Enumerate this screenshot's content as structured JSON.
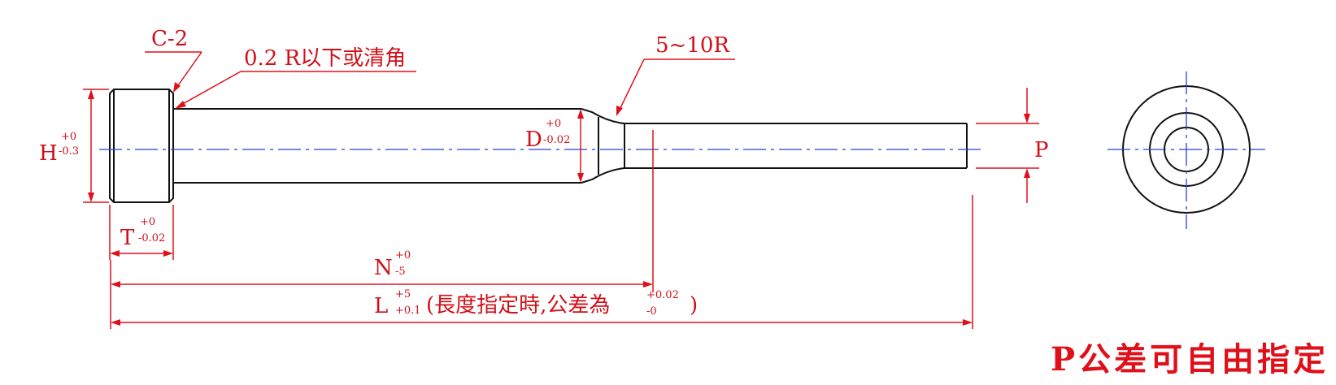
{
  "labels": {
    "chamfer": "C-2",
    "fillet_note": "0.2 R以下或清角",
    "neck_radius": "5~10R",
    "head_dia": "H",
    "head_dia_tol_upper": "+0",
    "head_dia_tol_lower": "-0.3",
    "body_dia": "D",
    "body_dia_tol_upper": "+0",
    "body_dia_tol_lower": "-0.02",
    "head_thk": "T",
    "head_thk_tol_upper": "+0",
    "head_thk_tol_lower": "-0.02",
    "n_len": "N",
    "n_tol_upper": "+0",
    "n_tol_lower": "-5",
    "l_len": "L",
    "l_tol_upper": "+5",
    "l_tol_lower": "+0.1",
    "l_note_open": "(長度指定時,公差為",
    "l_note_tol_upper": "+0.02",
    "l_note_tol_lower": "-0",
    "l_note_close": ")",
    "pin_dia": "P",
    "p_note": "P公差可自由指定"
  },
  "colors": {
    "dimension": "#e0101a",
    "part_outline": "#111111",
    "centerline": "#2a3fd6"
  }
}
